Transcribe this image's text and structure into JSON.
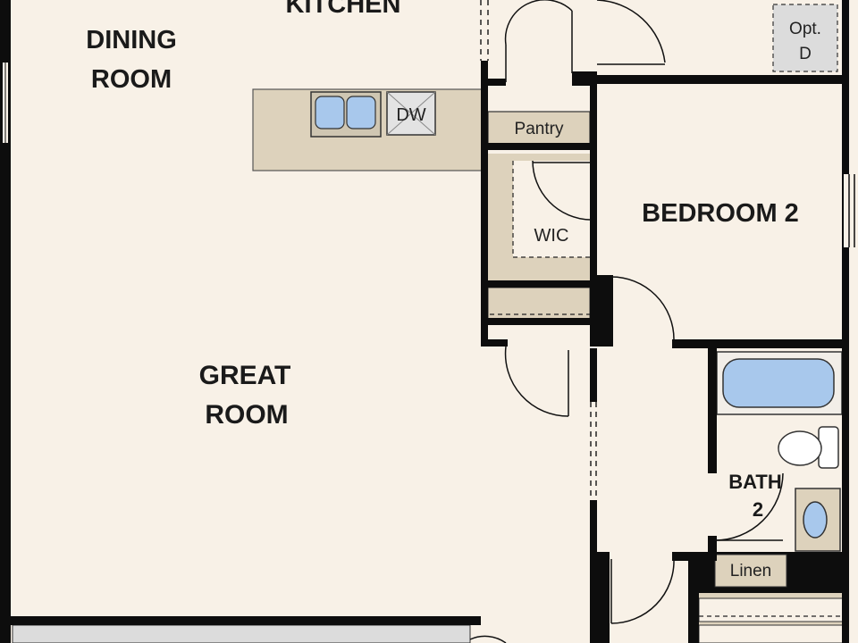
{
  "rooms": {
    "kitchen": "KITCHEN",
    "dining_line1": "DINING",
    "dining_line2": "ROOM",
    "great_line1": "GREAT",
    "great_line2": "ROOM",
    "bedroom2": "BEDROOM 2",
    "bath2_line1": "BATH",
    "bath2_line2": "2"
  },
  "fixtures": {
    "dishwasher": "DW",
    "pantry": "Pantry",
    "wic": "WIC",
    "linen": "Linen",
    "opt_line1": "Opt.",
    "opt_line2": "D"
  },
  "colors": {
    "floor": "#f8f1e7",
    "wall": "#0d0d0d",
    "counter": "#ddd2bc",
    "fixture_blue": "#a8c8ec",
    "gray_panel": "#dcdcdc"
  }
}
